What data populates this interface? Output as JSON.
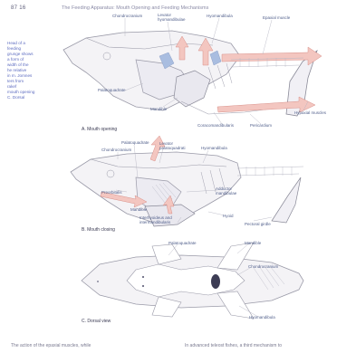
{
  "header": {
    "page_number": "87 16",
    "running_title": "The Feeding Apparatus: Mouth Opening and Feeding Mechanisms"
  },
  "side_caption": {
    "lines": [
      "Head of a",
      "feeding",
      "grunge shows",
      "a form of",
      "width of the",
      "he relative",
      "in m. Jomnes",
      "ters from",
      "rakef",
      "mouth opening",
      "C. Dorsal"
    ]
  },
  "panel_a": {
    "title": "A. Mouth opening",
    "labels": {
      "chondrocranium": "Chondrocranium",
      "levator_hyomandibulae": "Levator hyomandibulae",
      "hyomandibula": "Hyomandibula",
      "epaxial_muscle": "Epaxial muscle",
      "palatoquadrate": "Palatoquadrate",
      "mandible": "Mandible",
      "coracomandibularis": "Coracomandibularis",
      "pericardium": "Pericardium",
      "hypaxial_muscles": "Hypaxial muscles"
    }
  },
  "panel_b": {
    "title": "B. Mouth closing",
    "labels": {
      "palatoquadrate": "Palatoquadrate",
      "chondrocranium": "Chondrocranium",
      "levator_palatoquadrati": "Levator palatoquadrati",
      "hyomandibula": "Hyomandibula",
      "preorbitalis": "Preorbitalis",
      "adductor_mandibulae": "Adductor mandibulae",
      "mandible": "Mandible",
      "interhyoideus": "Interhyoideus and intermandibularis",
      "hyoid": "Hyoid",
      "pectoral_girdle": "Pectoral girdle"
    }
  },
  "panel_c": {
    "title": "C. Dorsal view",
    "labels": {
      "palatoquadrate": "Palatoquadrate",
      "mandible": "Mandible",
      "chondrocranium": "Chondrocranium",
      "hyomandibula": "Hyomandibula"
    }
  },
  "footer": {
    "left_text": "The action of the epaxial muscles, while",
    "right_text": "In advanced teleost fishes, a third mechanism to"
  },
  "colors": {
    "arrow_fill": "#f3c6c0",
    "bone_fill": "#f4f3f6",
    "line": "#9a9aa8",
    "label": "#52608c",
    "caption": "#5d6cc0",
    "blue_shade": "#a9bde0"
  }
}
